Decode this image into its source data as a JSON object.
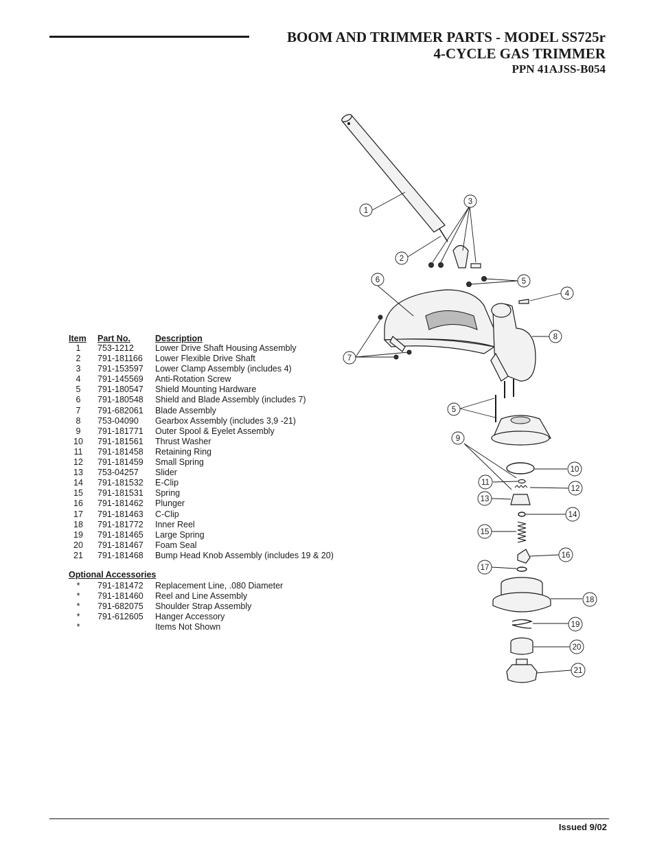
{
  "header": {
    "title_line1": "BOOM AND TRIMMER PARTS - MODEL SS725r",
    "title_line2": "4-CYCLE GAS TRIMMER",
    "title_line3": "PPN  41AJSS-B054"
  },
  "parts_table": {
    "col_item": "Item",
    "col_part": "Part No.",
    "col_desc": "Description",
    "rows": [
      {
        "item": "1",
        "part": "753-1212",
        "desc": "Lower Drive Shaft Housing Assembly"
      },
      {
        "item": "2",
        "part": "791-181166",
        "desc": "Lower Flexible Drive Shaft"
      },
      {
        "item": "3",
        "part": "791-153597",
        "desc": "Lower Clamp Assembly (includes 4)"
      },
      {
        "item": "4",
        "part": "791-145569",
        "desc": "Anti-Rotation Screw"
      },
      {
        "item": "5",
        "part": "791-180547",
        "desc": "Shield Mounting Hardware"
      },
      {
        "item": "6",
        "part": "791-180548",
        "desc": "Shield and Blade Assembly (includes 7)"
      },
      {
        "item": "7",
        "part": "791-682061",
        "desc": "Blade Assembly"
      },
      {
        "item": "8",
        "part": "753-04090",
        "desc": "Gearbox Assembly (includes 3,9 -21)"
      },
      {
        "item": "9",
        "part": "791-181771",
        "desc": "Outer Spool & Eyelet Assembly"
      },
      {
        "item": "10",
        "part": "791-181561",
        "desc": "Thrust Washer"
      },
      {
        "item": "11",
        "part": "791-181458",
        "desc": "Retaining Ring"
      },
      {
        "item": "12",
        "part": "791-181459",
        "desc": "Small Spring"
      },
      {
        "item": "13",
        "part": "753-04257",
        "desc": "Slider"
      },
      {
        "item": "14",
        "part": "791-181532",
        "desc": "E-Clip"
      },
      {
        "item": "15",
        "part": "791-181531",
        "desc": "Spring"
      },
      {
        "item": "16",
        "part": "791-181462",
        "desc": "Plunger"
      },
      {
        "item": "17",
        "part": "791-181463",
        "desc": "C-Clip"
      },
      {
        "item": "18",
        "part": "791-181772",
        "desc": "Inner Reel"
      },
      {
        "item": "19",
        "part": "791-181465",
        "desc": "Large Spring"
      },
      {
        "item": "20",
        "part": "791-181467",
        "desc": "Foam Seal"
      },
      {
        "item": "21",
        "part": "791-181468",
        "desc": "Bump Head Knob Assembly (includes 19 & 20)"
      }
    ]
  },
  "optional": {
    "heading": "Optional Accessories",
    "rows": [
      {
        "item": "*",
        "part": "791-181472",
        "desc": "Replacement Line, .080 Diameter"
      },
      {
        "item": "*",
        "part": "791-181460",
        "desc": "Reel and Line Assembly"
      },
      {
        "item": "*",
        "part": "791-682075",
        "desc": "Shoulder Strap Assembly"
      },
      {
        "item": "*",
        "part": "791-612605",
        "desc": "Hanger Accessory"
      },
      {
        "item": "*",
        "part": "",
        "desc": "Items Not Shown"
      }
    ]
  },
  "diagram": {
    "callouts": [
      "1",
      "2",
      "3",
      "4",
      "5",
      "6",
      "7",
      "8",
      "5",
      "9",
      "10",
      "11",
      "12",
      "13",
      "14",
      "15",
      "16",
      "17",
      "18",
      "19",
      "20",
      "21"
    ]
  },
  "footer": {
    "issued": "Issued 9/02"
  }
}
